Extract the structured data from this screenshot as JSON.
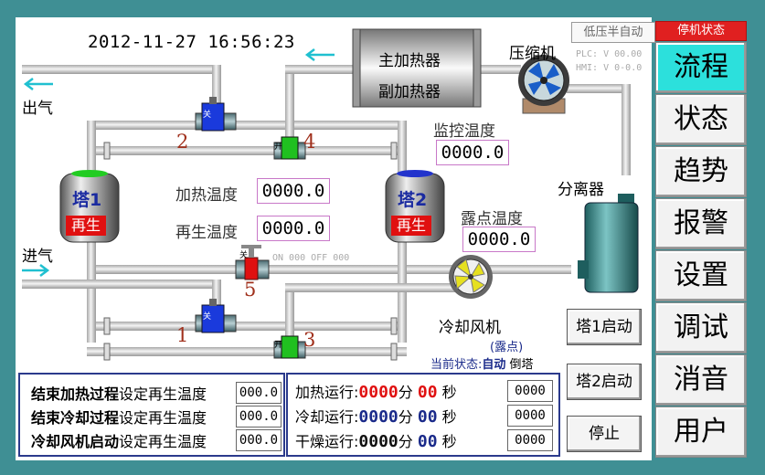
{
  "datetime": "2012-11-27  16:56:23",
  "mode_label": "低压半自动",
  "plc_line": "PLC: V 00.00",
  "hmi_line": "HMI: V 0-0.0",
  "status_top": "停机状态",
  "labels": {
    "outlet": "出气",
    "inlet": "进气",
    "main_heater": "主加热器",
    "aux_heater": "副加热器",
    "compressor": "压缩机",
    "separator": "分离器",
    "cooling_fan": "冷却风机",
    "monitor_temp": "监控温度",
    "heating_temp": "加热温度",
    "regen_temp": "再生温度",
    "dew_temp": "露点温度",
    "dew_point_paren": "(露点)",
    "open": "开",
    "closed": "关",
    "valve_faint": "ON 000 OFF 000"
  },
  "values": {
    "monitor_temp": "0000.0",
    "heating_temp": "0000.0",
    "regen_temp": "0000.0",
    "dew_temp": "0000.0"
  },
  "towers": [
    {
      "name": "塔1",
      "state": "再生"
    },
    {
      "name": "塔2",
      "state": "再生"
    }
  ],
  "valve_numbers": [
    "1",
    "2",
    "3",
    "4",
    "5"
  ],
  "current_state": {
    "label": "当前状态:",
    "mode": "自动",
    "action": "倒塔"
  },
  "nav": [
    "流程",
    "状态",
    "趋势",
    "报警",
    "设置",
    "调试",
    "消音",
    "用户"
  ],
  "nav_active": "流程",
  "actions": {
    "tower1_start": "塔1启动",
    "tower2_start": "塔2启动",
    "stop": "停止"
  },
  "left_panel": [
    {
      "bold": "结束加热过程",
      "rest": "设定再生温度",
      "value": "000.0"
    },
    {
      "bold": "结束冷却过程",
      "rest": "设定再生温度",
      "value": "000.0"
    },
    {
      "bold": "冷却风机启动",
      "rest": "设定再生温度",
      "value": "000.0"
    }
  ],
  "right_panel": [
    {
      "name": "加热运行:",
      "min": "0000",
      "min_unit": "分",
      "sec": "00",
      "sec_unit": "秒",
      "box": "0000",
      "color": "#e01010"
    },
    {
      "name": "冷却运行:",
      "min": "0000",
      "min_unit": "分",
      "sec": "00",
      "sec_unit": "秒",
      "box": "0000",
      "color": "#1a2a8a"
    },
    {
      "name": "干燥运行:",
      "min": "0000",
      "min_unit": "分",
      "sec": "00",
      "sec_unit": "秒",
      "box": "0000",
      "color": "#111111"
    }
  ],
  "colors": {
    "background": "#3f8f94",
    "nav_active": "#2ce0dc",
    "alarm_red": "#e01010",
    "pipe": "#c8c8c8"
  }
}
